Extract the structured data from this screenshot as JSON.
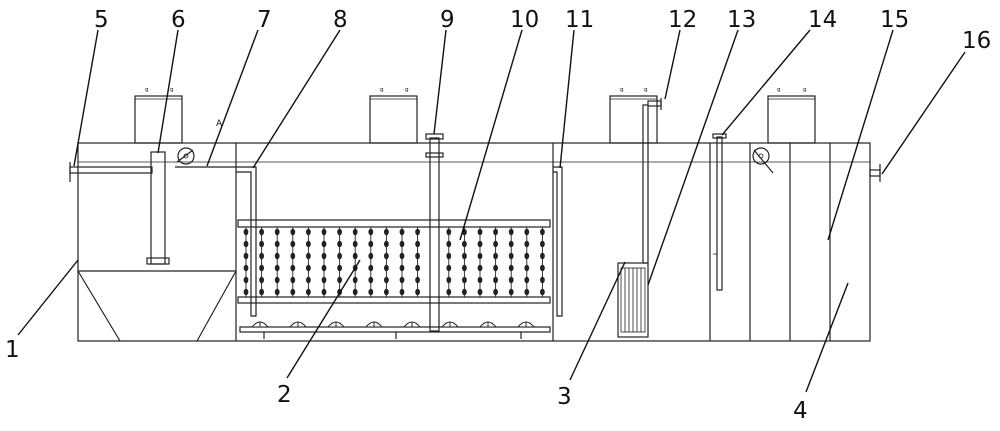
{
  "labels": {
    "l1": "1",
    "l2": "2",
    "l3": "3",
    "l4": "4",
    "l5": "5",
    "l6": "6",
    "l7": "7",
    "l8": "8",
    "l9": "9",
    "l10": "10",
    "l11": "11",
    "l12": "12",
    "l13": "13",
    "l14": "14",
    "l15": "15",
    "l16": "16"
  },
  "marker": "A",
  "colors": {
    "line": "#222222",
    "background": "#ffffff"
  }
}
